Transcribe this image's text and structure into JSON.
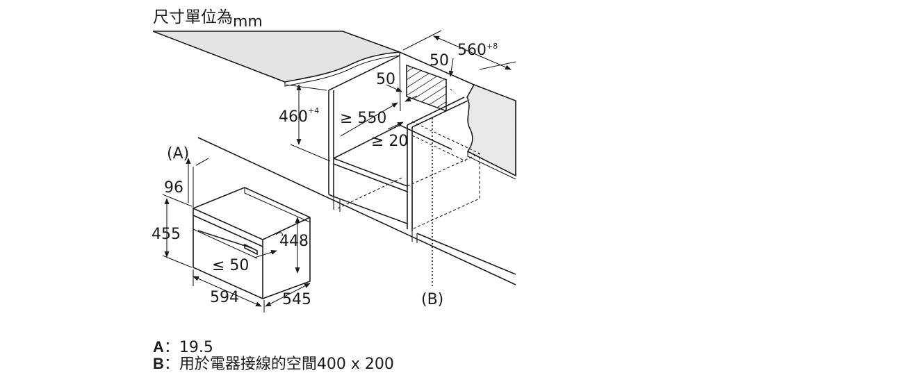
{
  "title": {
    "prefix": "尺寸單位為",
    "unit": "mm"
  },
  "dimensions": {
    "a_label": "(A)",
    "b_label": "(B)",
    "d96": "96",
    "d455": "455",
    "d448": "448",
    "d594": "594",
    "d545": "545",
    "dle50": "≤ 50",
    "d460": "460",
    "d460_tol": "+4",
    "dge550": "≥ 550",
    "dge20": "≥ 20",
    "d50_left": "50",
    "d50_top": "50",
    "d560": "560",
    "d560_tol": "+8"
  },
  "legend": {
    "a_key": "A",
    "a_text": "19.5",
    "b_key": "B",
    "b_text": "用於電器接線的空間",
    "b_size": "400 x 200"
  }
}
